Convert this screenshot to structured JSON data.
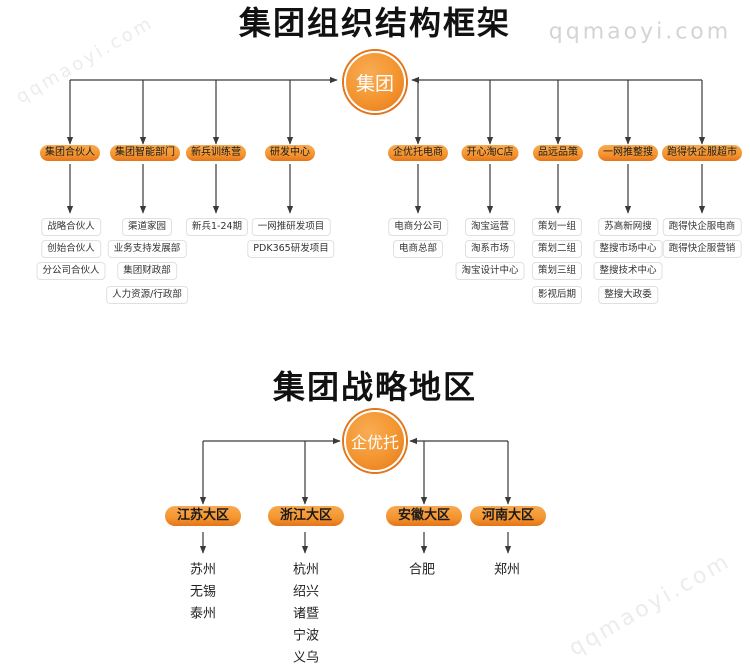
{
  "watermark": "qqmaoyi.com",
  "org_chart": {
    "title": "集团组织结构框架",
    "center": "集团",
    "departments": [
      {
        "label": "集团合伙人",
        "items": [
          "战略合伙人",
          "创始合伙人",
          "分公司合伙人"
        ]
      },
      {
        "label": "集团智能部门",
        "items": [
          "渠道家园",
          "业务支持发展部",
          "集团财政部",
          "人力资源/行政部"
        ]
      },
      {
        "label": "新兵训练营",
        "items": [
          "新兵1-24期"
        ]
      },
      {
        "label": "研发中心",
        "items": [
          "一网推研发项目",
          "PDK365研发项目"
        ]
      },
      {
        "label": "企优托电商",
        "items": [
          "电商分公司",
          "电商总部"
        ]
      },
      {
        "label": "开心淘C店",
        "items": [
          "淘宝运营",
          "淘系市场",
          "淘宝设计中心"
        ]
      },
      {
        "label": "品远品策",
        "items": [
          "策划一组",
          "策划二组",
          "策划三组",
          "影视后期"
        ]
      },
      {
        "label": "一网推整搜",
        "items": [
          "苏高新网搜",
          "整搜市场中心",
          "整搜技术中心",
          "整搜大政委"
        ]
      },
      {
        "label": "跑得快企服超市",
        "items": [
          "跑得快企服电商",
          "跑得快企服营销"
        ]
      }
    ]
  },
  "region_chart": {
    "title": "集团战略地区",
    "center": "企优托",
    "regions": [
      {
        "label": "江苏大区",
        "cities": [
          "苏州",
          "无锡",
          "泰州"
        ]
      },
      {
        "label": "浙江大区",
        "cities": [
          "杭州",
          "绍兴",
          "诸暨",
          "宁波",
          "义乌"
        ]
      },
      {
        "label": "安徽大区",
        "cities": [
          "合肥"
        ]
      },
      {
        "label": "河南大区",
        "cities": [
          "郑州"
        ]
      }
    ]
  },
  "colors": {
    "accent": "#f3952f",
    "accent_dark": "#e4741a",
    "line": "#3a3a3a",
    "text": "#111111",
    "item_text": "#333333",
    "item_border": "#e0e0e0",
    "watermark": "#d4d4d4"
  }
}
